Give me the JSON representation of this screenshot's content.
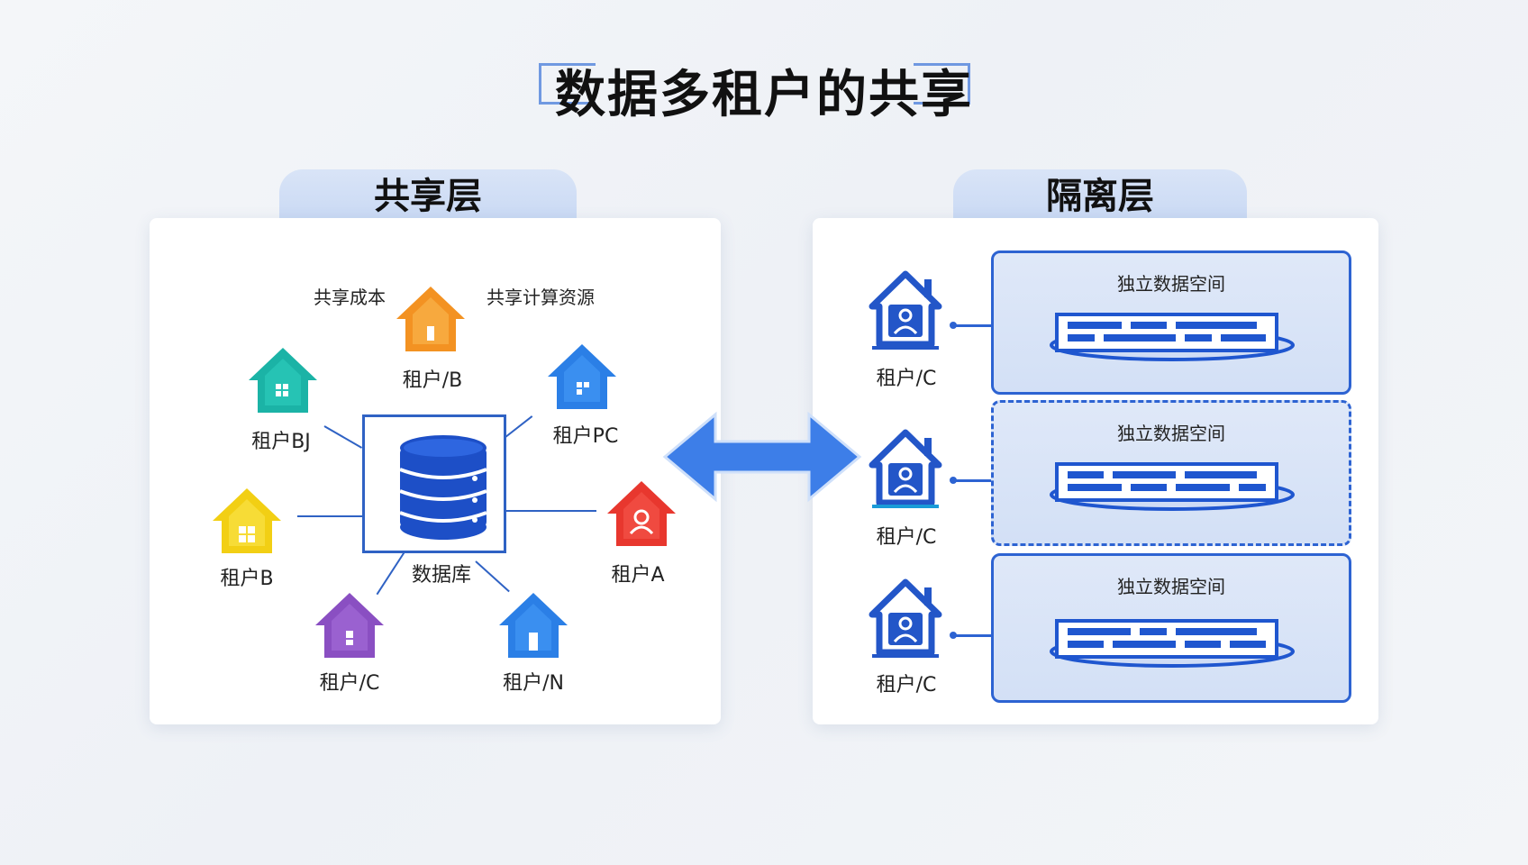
{
  "title": "数据多租户的共享",
  "colors": {
    "accent": "#2f62c4",
    "arrow": "#3d7ee8",
    "teal": "#1bb3a6",
    "orange": "#f39222",
    "blue": "#2b7fe6",
    "yellow": "#f2cf14",
    "red": "#e8372e",
    "purple": "#8a4fc2"
  },
  "shared": {
    "tab": "共享层",
    "note_cost": "共享成本",
    "note_compute": "共享计算资源",
    "database": "数据库",
    "tenants": [
      {
        "label": "租户/B",
        "color": "orange",
        "icon": "tenant-house-icon"
      },
      {
        "label": "租户BJ",
        "color": "teal",
        "icon": "tenant-house-icon"
      },
      {
        "label": "租户PC",
        "color": "blue",
        "icon": "tenant-house-icon"
      },
      {
        "label": "租户B",
        "color": "yellow",
        "icon": "tenant-house-icon"
      },
      {
        "label": "租户A",
        "color": "red",
        "icon": "tenant-person-house-icon"
      },
      {
        "label": "租户/C",
        "color": "purple",
        "icon": "tenant-house-icon"
      },
      {
        "label": "租户/N",
        "color": "blue",
        "icon": "tenant-house-icon"
      }
    ]
  },
  "isolated": {
    "tab": "隔离层",
    "spaces": [
      {
        "tenant": "租户/C",
        "space": "独立数据空间"
      },
      {
        "tenant": "租户/C",
        "space": "独立数据空间"
      },
      {
        "tenant": "租户/C",
        "space": "独立数据空间"
      }
    ]
  }
}
